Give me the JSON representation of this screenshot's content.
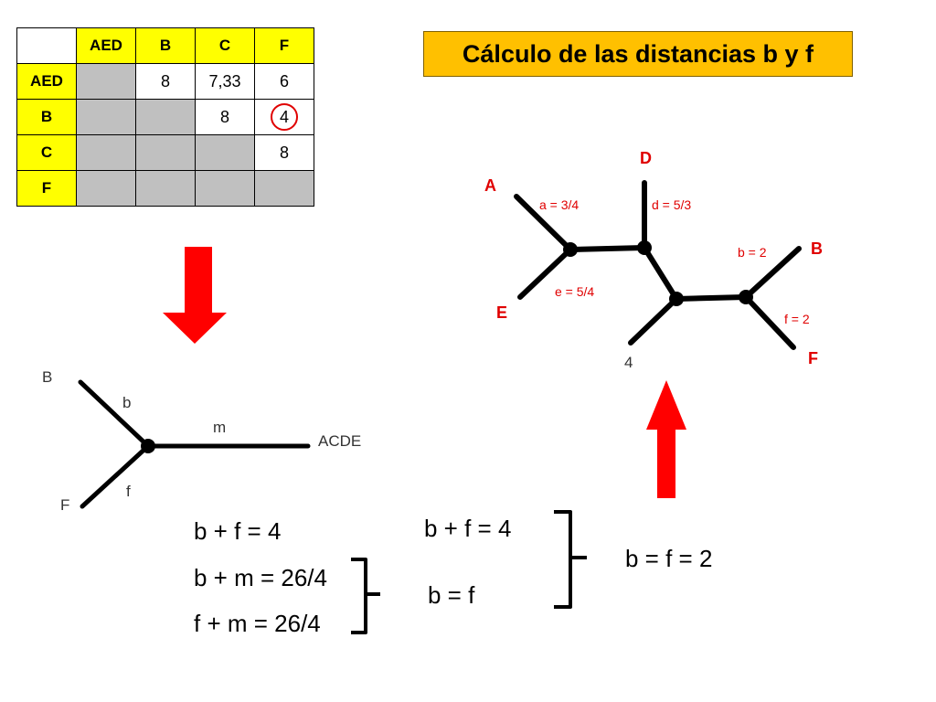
{
  "colors": {
    "header_yellow": "#ffff00",
    "title_orange": "#ffc000",
    "cell_gray": "#c0c0c0",
    "red": "#e00000",
    "black": "#000000"
  },
  "table": {
    "headers": [
      "AED",
      "B",
      "C",
      "F"
    ],
    "rows": [
      {
        "label": "AED",
        "cells": [
          "",
          "8",
          "7,33",
          "6"
        ]
      },
      {
        "label": "B",
        "cells": [
          "",
          "",
          "8",
          "4"
        ]
      },
      {
        "label": "C",
        "cells": [
          "",
          "",
          "",
          "8"
        ]
      },
      {
        "label": "F",
        "cells": [
          "",
          "",
          "",
          ""
        ]
      }
    ]
  },
  "title": "Cálculo de las distancias b  y f",
  "left_tree": {
    "node_b": "B",
    "node_f": "F",
    "node_acde": "ACDE",
    "branch_b": "b",
    "branch_f": "f",
    "branch_m": "m"
  },
  "right_tree": {
    "node_a": "A",
    "node_d": "D",
    "node_e": "E",
    "node_b": "B",
    "node_f": "F",
    "node_4": "4",
    "branch_a": "a = 3/4",
    "branch_d": "d = 5/3",
    "branch_e": "e = 5/4",
    "branch_b": "b = 2",
    "branch_f": "f = 2"
  },
  "equations": {
    "eq1": "b + f = 4",
    "eq2": "b + m = 26/4",
    "eq3": "f + m = 26/4",
    "mid1": "b + f = 4",
    "mid2": "b = f",
    "result": "b = f = 2"
  }
}
